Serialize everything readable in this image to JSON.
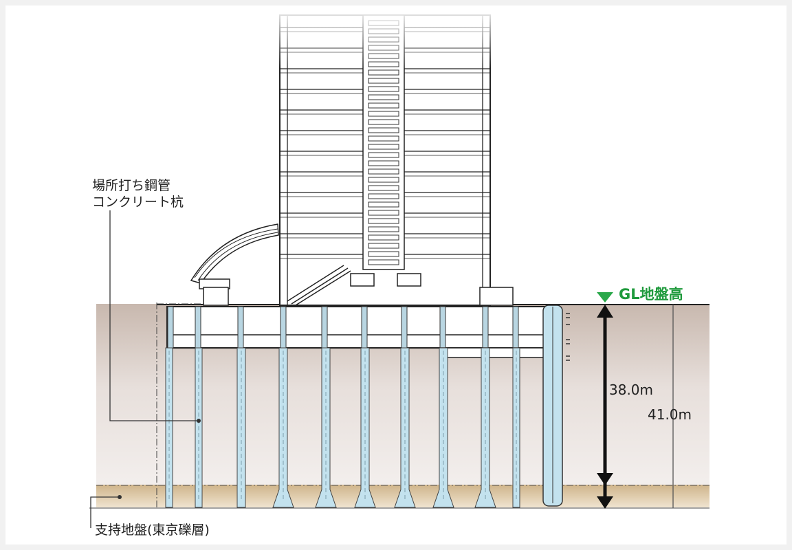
{
  "labels": {
    "pile_line1": "場所打ち鋼管",
    "pile_line2": "コンクリート杭",
    "ground_level": "GL地盤高",
    "depth_inner": "38.0m",
    "depth_outer": "41.0m",
    "bearing_stratum": "支持地盤(東京礫層)"
  },
  "colors": {
    "soil": "#dcd2ce",
    "gravel": "#d8c09a",
    "pile": "#c3e2ee",
    "gl_marker": "#2aa84a",
    "gl_text": "#1f9a3c",
    "line": "#222222"
  }
}
